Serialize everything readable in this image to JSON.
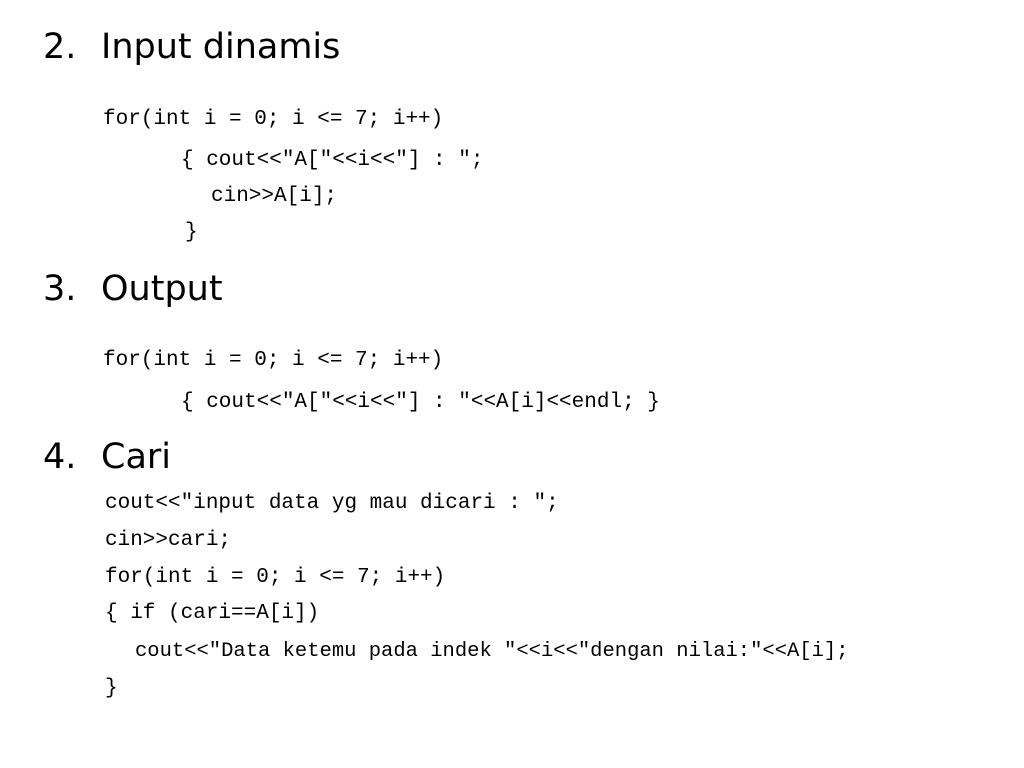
{
  "sections": [
    {
      "number": "2.",
      "title": "Input dinamis",
      "code": [
        "for(int i = 0; i <= 7; i++)",
        "{ cout<<\"A[\"<<i<<\"] : \";",
        "cin>>A[i];",
        "}"
      ]
    },
    {
      "number": "3.",
      "title": "Output",
      "code": [
        "for(int i = 0; i <= 7; i++)",
        "{ cout<<\"A[\"<<i<<\"] : \"<<A[i]<<endl; }"
      ]
    },
    {
      "number": "4.",
      "title": "Cari",
      "code": [
        "cout<<\"input data yg mau dicari : \";",
        "cin>>cari;",
        "for(int i = 0; i <= 7; i++)",
        "{ if (cari==A[i])",
        "cout<<\"Data ketemu pada indek \"<<i<<\"dengan nilai:\"<<A[i];",
        "}"
      ]
    }
  ]
}
